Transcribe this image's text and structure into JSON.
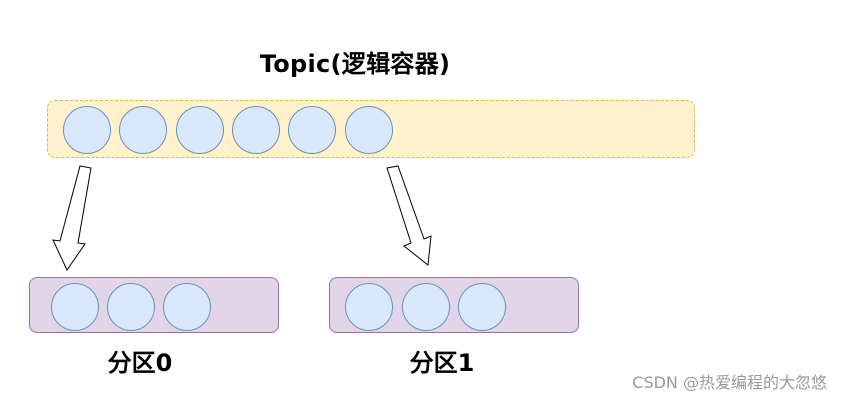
{
  "diagram": {
    "title": "Topic(逻辑容器)",
    "topic_message_count": 6,
    "partitions": [
      {
        "label": "分区0",
        "message_count": 3
      },
      {
        "label": "分区1",
        "message_count": 3
      }
    ],
    "colors": {
      "topic_fill": "#fff2cc",
      "topic_border": "#d6b656",
      "partition_fill": "#e1d5e7",
      "partition_border": "#9673a6",
      "message_fill": "#dae8fc",
      "message_border": "#6c8ebf"
    }
  },
  "watermark": "CSDN @热爱编程的大忽悠"
}
